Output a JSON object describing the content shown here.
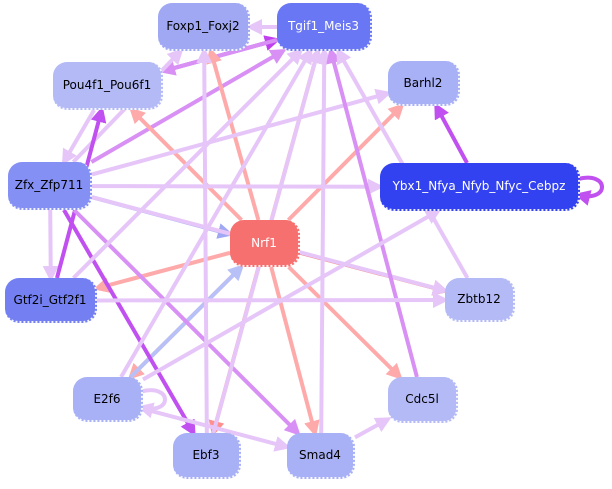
{
  "graph": {
    "title": "",
    "nodes": [
      {
        "id": "Foxp1_Foxj2",
        "label": "Foxp1_Foxj2",
        "color": "#a0a8f4",
        "text": "#000000"
      },
      {
        "id": "Tgif1_Meis3",
        "label": "Tgif1_Meis3",
        "color": "#6a77f4",
        "text": "#ffffff"
      },
      {
        "id": "Pou4f1_Pou6f1",
        "label": "Pou4f1_Pou6f1",
        "color": "#b3baf6",
        "text": "#000000"
      },
      {
        "id": "Barhl2",
        "label": "Barhl2",
        "color": "#a8b0f6",
        "text": "#000000"
      },
      {
        "id": "Zfx_Zfp711",
        "label": "Zfx_Zfp711",
        "color": "#8590f4",
        "text": "#000000"
      },
      {
        "id": "Ybx1_Nfya_Nfyb_Nfyc_Cebpz",
        "label": "Ybx1_Nfya_Nfyb_Nfyc_Cebpz",
        "color": "#3342f0",
        "text": "#ffffff"
      },
      {
        "id": "Nrf1",
        "label": "Nrf1",
        "color": "#f77070",
        "text": "#ffffff"
      },
      {
        "id": "Gtf2i_Gtf2f1",
        "label": "Gtf2i_Gtf2f1",
        "color": "#7480f2",
        "text": "#000000"
      },
      {
        "id": "Zbtb12",
        "label": "Zbtb12",
        "color": "#b3baf6",
        "text": "#000000"
      },
      {
        "id": "E2f6",
        "label": "E2f6",
        "color": "#a8b0f6",
        "text": "#000000"
      },
      {
        "id": "Cdc5l",
        "label": "Cdc5l",
        "color": "#b3baf6",
        "text": "#000000"
      },
      {
        "id": "Ebf3",
        "label": "Ebf3",
        "color": "#a8b0f6",
        "text": "#000000"
      },
      {
        "id": "Smad4",
        "label": "Smad4",
        "color": "#a8b0f6",
        "text": "#000000"
      }
    ],
    "edges": [
      {
        "from": "Tgif1_Meis3",
        "to": "Foxp1_Foxj2",
        "color": "#e6c6f8"
      },
      {
        "from": "Pou4f1_Pou6f1",
        "to": "Tgif1_Meis3",
        "color": "#c040f0"
      },
      {
        "from": "Tgif1_Meis3",
        "to": "Pou4f1_Pou6f1",
        "color": "#d890f4"
      },
      {
        "from": "Zfx_Zfp711",
        "to": "Tgif1_Meis3",
        "color": "#d890f4"
      },
      {
        "from": "Zfx_Zfp711",
        "to": "Foxp1_Foxj2",
        "color": "#e6c6f8"
      },
      {
        "from": "Nrf1",
        "to": "Foxp1_Foxj2",
        "color": "#ffaaaa"
      },
      {
        "from": "Nrf1",
        "to": "Tgif1_Meis3",
        "color": "#ffaaaa"
      },
      {
        "from": "Nrf1",
        "to": "Pou4f1_Pou6f1",
        "color": "#ffaaaa"
      },
      {
        "from": "Nrf1",
        "to": "Barhl2",
        "color": "#ffaaaa"
      },
      {
        "from": "Nrf1",
        "to": "Zbtb12",
        "color": "#f77070"
      },
      {
        "from": "Nrf1",
        "to": "Gtf2i_Gtf2f1",
        "color": "#ffaaaa"
      },
      {
        "from": "Nrf1",
        "to": "Ebf3",
        "color": "#ff9090"
      },
      {
        "from": "Nrf1",
        "to": "Smad4",
        "color": "#ffaaaa"
      },
      {
        "from": "Nrf1",
        "to": "Cdc5l",
        "color": "#ffaaaa"
      },
      {
        "from": "Nrf1",
        "to": "E2f6",
        "color": "#ffaaaa"
      },
      {
        "from": "Zfx_Zfp711",
        "to": "Nrf1",
        "color": "#a0a8f4"
      },
      {
        "from": "E2f6",
        "to": "Nrf1",
        "color": "#b8c0f8"
      },
      {
        "from": "Ybx1_Nfya_Nfyb_Nfyc_Cebpz",
        "to": "Barhl2",
        "color": "#c050f0"
      },
      {
        "from": "Ybx1_Nfya_Nfyb_Nfyc_Cebpz",
        "to": "Ybx1_Nfya_Nfyb_Nfyc_Cebpz",
        "color": "#c050f0"
      },
      {
        "from": "Zfx_Zfp711",
        "to": "Ybx1_Nfya_Nfyb_Nfyc_Cebpz",
        "color": "#e6c6f8"
      },
      {
        "from": "Zfx_Zfp711",
        "to": "Barhl2",
        "color": "#e6c6f8"
      },
      {
        "from": "Zfx_Zfp711",
        "to": "Gtf2i_Gtf2f1",
        "color": "#e6c6f8"
      },
      {
        "from": "Gtf2i_Gtf2f1",
        "to": "Pou4f1_Pou6f1",
        "color": "#c050f0"
      },
      {
        "from": "Pou4f1_Pou6f1",
        "to": "Zfx_Zfp711",
        "color": "#e6c6f8"
      },
      {
        "from": "Zfx_Zfp711",
        "to": "Ebf3",
        "color": "#c050f0"
      },
      {
        "from": "Zfx_Zfp711",
        "to": "Zbtb12",
        "color": "#e6c6f8"
      },
      {
        "from": "Zfx_Zfp711",
        "to": "Smad4",
        "color": "#d890f4"
      },
      {
        "from": "Smad4",
        "to": "Tgif1_Meis3",
        "color": "#e6c6f8"
      },
      {
        "from": "Ebf3",
        "to": "Tgif1_Meis3",
        "color": "#e6c6f8"
      },
      {
        "from": "E2f6",
        "to": "Tgif1_Meis3",
        "color": "#e6c6f8"
      },
      {
        "from": "Cdc5l",
        "to": "Tgif1_Meis3",
        "color": "#d890f4"
      },
      {
        "from": "Zbtb12",
        "to": "Tgif1_Meis3",
        "color": "#e6c6f8"
      },
      {
        "from": "Gtf2i_Gtf2f1",
        "to": "Tgif1_Meis3",
        "color": "#e6c6f8"
      },
      {
        "from": "Smad4",
        "to": "Cdc5l",
        "color": "#e6c6f8"
      },
      {
        "from": "E2f6",
        "to": "Smad4",
        "color": "#e6c6f8"
      },
      {
        "from": "E2f6",
        "to": "E2f6",
        "color": "#e6c6f8"
      },
      {
        "from": "E2f6",
        "to": "Ybx1_Nfya_Nfyb_Nfyc_Cebpz",
        "color": "#e6c6f8"
      },
      {
        "from": "Gtf2i_Gtf2f1",
        "to": "Zbtb12",
        "color": "#e6c6f8"
      },
      {
        "from": "Ebf3",
        "to": "Foxp1_Foxj2",
        "color": "#e6c6f8"
      }
    ]
  }
}
